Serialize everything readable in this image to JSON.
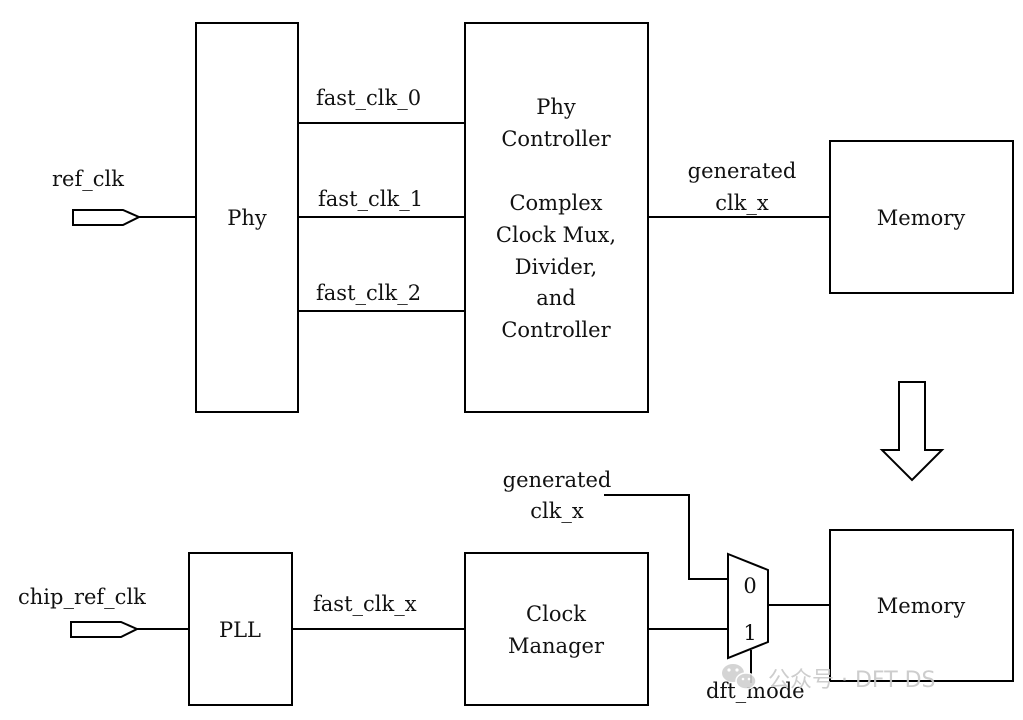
{
  "top": {
    "input_label": "ref_clk",
    "phy_label": "Phy",
    "clk_labels": [
      "fast_clk_0",
      "fast_clk_1",
      "fast_clk_2"
    ],
    "controller_lines": [
      "Phy",
      "Controller",
      "",
      "Complex",
      "Clock Mux,",
      "Divider,",
      "and",
      "Controller"
    ],
    "output_label_lines": [
      "generated",
      "clk_x"
    ],
    "memory_label": "Memory"
  },
  "bottom": {
    "input_label": "chip_ref_clk",
    "pll_label": "PLL",
    "pll_out_label": "fast_clk_x",
    "clock_manager_lines": [
      "Clock",
      "Manager"
    ],
    "mux_input_label_lines": [
      "generated",
      "clk_x"
    ],
    "mux_in0": "0",
    "mux_in1": "1",
    "select_label": "dft_mode",
    "memory_label": "Memory"
  },
  "watermark": {
    "icon": "wechat-icon",
    "text": "公众号 · DFT DS"
  }
}
